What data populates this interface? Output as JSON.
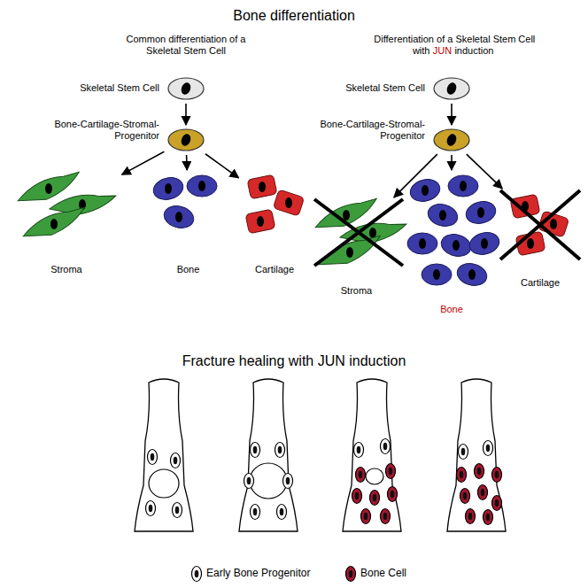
{
  "diagram": {
    "title": "Bone differentiation",
    "nodes": [
      {
        "text": [
          "Skeletal Stem Cell"
        ]
      },
      {
        "text": [
          "Bone-Cartilage-Stromal-Progenitor"
        ]
      },
      {
        "text": [
          "Stroma"
        ]
      },
      {
        "text": [
          "Bone"
        ]
      },
      {
        "text": [
          "Cartilage"
        ]
      },
      {
        "text": [
          "Skeletal Stem Cell"
        ]
      },
      {
        "text": [
          "Bone-Cartilage-Stromal-Progenitor"
        ]
      },
      {
        "text": [
          "Stroma"
        ]
      },
      {
        "text": [
          "Bone"
        ]
      },
      {
        "text": [
          "Cartilage"
        ]
      }
    ],
    "edges": [
      {
        "from": 0,
        "to": 1,
        "arrow": "to"
      },
      {
        "from": 1,
        "to": 2,
        "arrow": "to"
      },
      {
        "from": 1,
        "to": 3,
        "arrow": "to"
      },
      {
        "from": 1,
        "to": 4,
        "arrow": "to"
      },
      {
        "from": 5,
        "to": 6,
        "arrow": "to"
      },
      {
        "from": 6,
        "to": 7,
        "arrow": "to"
      },
      {
        "from": 6,
        "to": 8,
        "arrow": "to"
      },
      {
        "from": 6,
        "to": 9,
        "arrow": "to"
      }
    ],
    "labels": [
      "Common differentiation of a Skeletal Stem Cell",
      "Differentiation of a Skeletal Stem Cell with",
      "JUN",
      "induction",
      "Fracture healing with JUN induction"
    ],
    "legend": [
      {
        "text": "Early Bone Progenitor"
      },
      {
        "text": "Bone Cell"
      }
    ]
  }
}
